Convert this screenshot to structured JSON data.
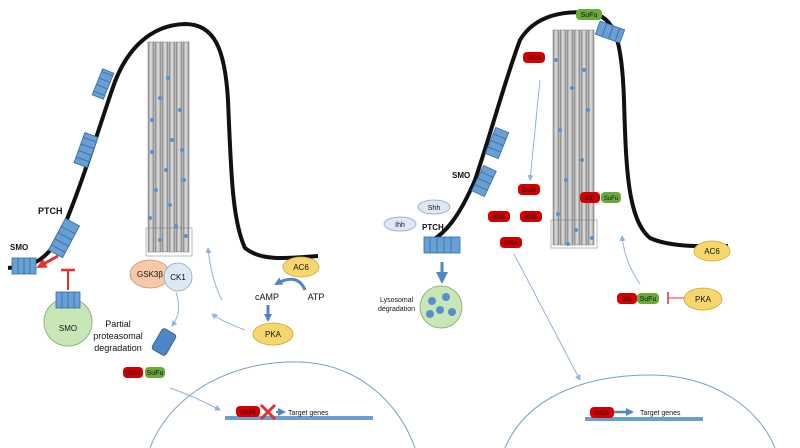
{
  "colors": {
    "membrane": "#111111",
    "receptor": "#6a9fd4",
    "receptor_stroke": "#2e6aa8",
    "cilium": "#b9b9b9",
    "gli_red": "#d40000",
    "sufu_green": "#6aaa3a",
    "pka_yellow": "#f5d76e",
    "vesicle_green": "#c8e6b6",
    "arrow_blue": "#4f86c6",
    "inhibit_red": "#e63030",
    "nucleus_line": "#7b9cc8"
  },
  "left": {
    "ptch_label": "PTCH",
    "smo_label": "SMO",
    "smo_vesicle_label": "SMO",
    "gsk3b_label": "GSK3β",
    "ck1_label": "CK1",
    "ac6_label": "AC6",
    "camp_label": "cAMP",
    "atp_label": "ATP",
    "pka_label": "PKA",
    "degradation_line1": "Partial",
    "degradation_line2": "proteasomal",
    "degradation_line3": "degradation",
    "gli3r_label": "Gli3R",
    "sufu_label": "SuFu",
    "gli3r_dna_label": "Gli3R",
    "target_genes_label": "Target genes"
  },
  "right": {
    "sufu_top_label": "SuFu",
    "smo_label": "SMO",
    "shh_label": "Shh",
    "ihh_label": "Ihh",
    "ptch_label": "PTCH",
    "lysosomal_line1": "Lysosomal",
    "lysosomal_line2": "degradation",
    "gli2a_top_label": "Gli2A",
    "gli2a_a_label": "Gli2A",
    "gli2a_b_label": "Gli2A",
    "gli2a_c_label": "Gli2A",
    "gli2a_d_label": "Gli2A",
    "gli2_cilium_label": "Gli2",
    "sufu_cilium_label": "SuFu",
    "ac6_label": "AC6",
    "gli_complex_label": "Gli3",
    "sufu_complex_label": "SuFu",
    "pka_label": "PKA",
    "gli2a_dna_label": "Gli2A",
    "target_genes_label": "Target genes"
  }
}
